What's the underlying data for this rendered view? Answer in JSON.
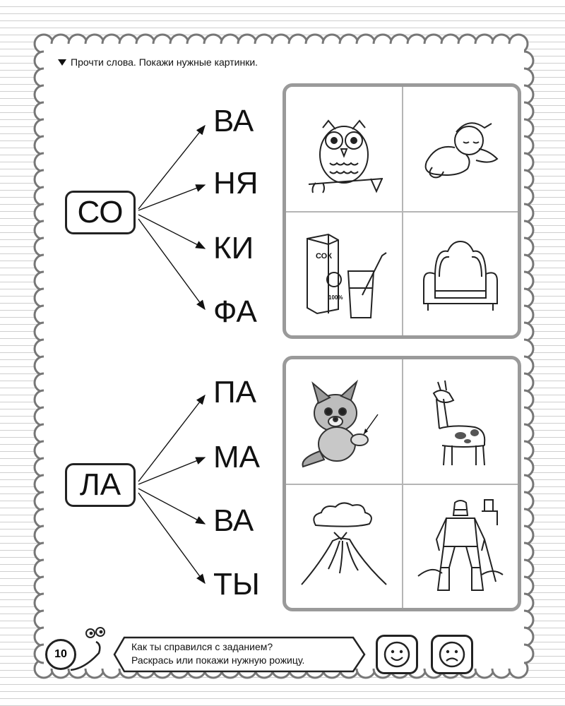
{
  "instruction": "Прочти слова. Покажи нужные картинки.",
  "groups": [
    {
      "syllable": "СО",
      "endings": [
        "ВА",
        "НЯ",
        "КИ",
        "ФА"
      ],
      "pictures": [
        "owl-picture",
        "sleeping-baby-picture",
        "juice-box-picture",
        "sofa-picture"
      ],
      "juice_label": "СОК",
      "juice_percent": "100%"
    },
    {
      "syllable": "ЛА",
      "endings": [
        "ПА",
        "МА",
        "ВА",
        "ТЫ"
      ],
      "pictures": [
        "fox-cub-paw-picture",
        "llama-picture",
        "volcano-lava-picture",
        "knight-armor-picture"
      ]
    }
  ],
  "footer": {
    "page_number": "10",
    "question_line1": "Как ты справился с заданием?",
    "question_line2": "Раскрась или покажи нужную рожицу.",
    "smileys": [
      "happy-face-icon",
      "sad-face-icon"
    ]
  }
}
